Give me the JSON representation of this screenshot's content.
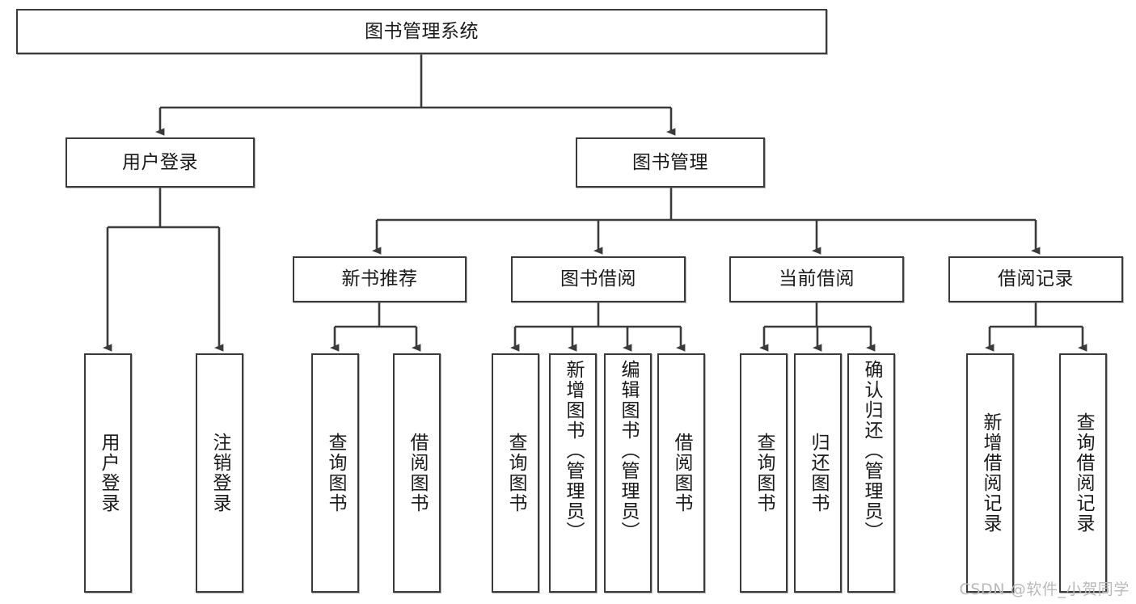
{
  "diagram": {
    "title": "图书管理系统",
    "type": "tree-hierarchy-chart",
    "stroke_color": "#3b3b3b",
    "background_color": "#ffffff",
    "text_color": "#1a1a1a"
  },
  "nodes": {
    "root": {
      "label": "图书管理系统",
      "level": 0
    },
    "l1": [
      {
        "id": "user-login",
        "label": "用户登录",
        "level": 1
      },
      {
        "id": "book-manage",
        "label": "图书管理",
        "level": 1
      }
    ],
    "l2": [
      {
        "id": "new-book-recommend",
        "label": "新书推荐",
        "level": 2
      },
      {
        "id": "book-borrow",
        "label": "图书借阅",
        "level": 2
      },
      {
        "id": "current-borrow",
        "label": "当前借阅",
        "level": 2
      },
      {
        "id": "borrow-record",
        "label": "借阅记录",
        "level": 2
      }
    ],
    "leaves": [
      {
        "id": "leaf-user-login",
        "label": "用户登录",
        "parent": "user-login"
      },
      {
        "id": "leaf-logout-login",
        "label": "注销登录",
        "parent": "user-login"
      },
      {
        "id": "leaf-query-book-1",
        "label": "查询图书",
        "parent": "new-book-recommend"
      },
      {
        "id": "leaf-borrow-book-1",
        "label": "借阅图书",
        "parent": "new-book-recommend"
      },
      {
        "id": "leaf-query-book-2",
        "label": "查询图书",
        "parent": "book-borrow"
      },
      {
        "id": "leaf-add-book",
        "label": "新增图书（管理员）",
        "parent": "book-borrow"
      },
      {
        "id": "leaf-edit-book",
        "label": "编辑图书（管理员）",
        "parent": "book-borrow"
      },
      {
        "id": "leaf-borrow-book-2",
        "label": "借阅图书",
        "parent": "book-borrow"
      },
      {
        "id": "leaf-query-book-3",
        "label": "查询图书",
        "parent": "current-borrow"
      },
      {
        "id": "leaf-return-book",
        "label": "归还图书",
        "parent": "current-borrow"
      },
      {
        "id": "leaf-confirm-return",
        "label": "确认归还（管理员）",
        "parent": "current-borrow"
      },
      {
        "id": "leaf-add-record",
        "label": "新增借阅记录",
        "parent": "borrow-record"
      },
      {
        "id": "leaf-query-record",
        "label": "查询借阅记录",
        "parent": "borrow-record"
      }
    ]
  },
  "watermark": {
    "text": "CSDN @软件_小贺同学"
  }
}
